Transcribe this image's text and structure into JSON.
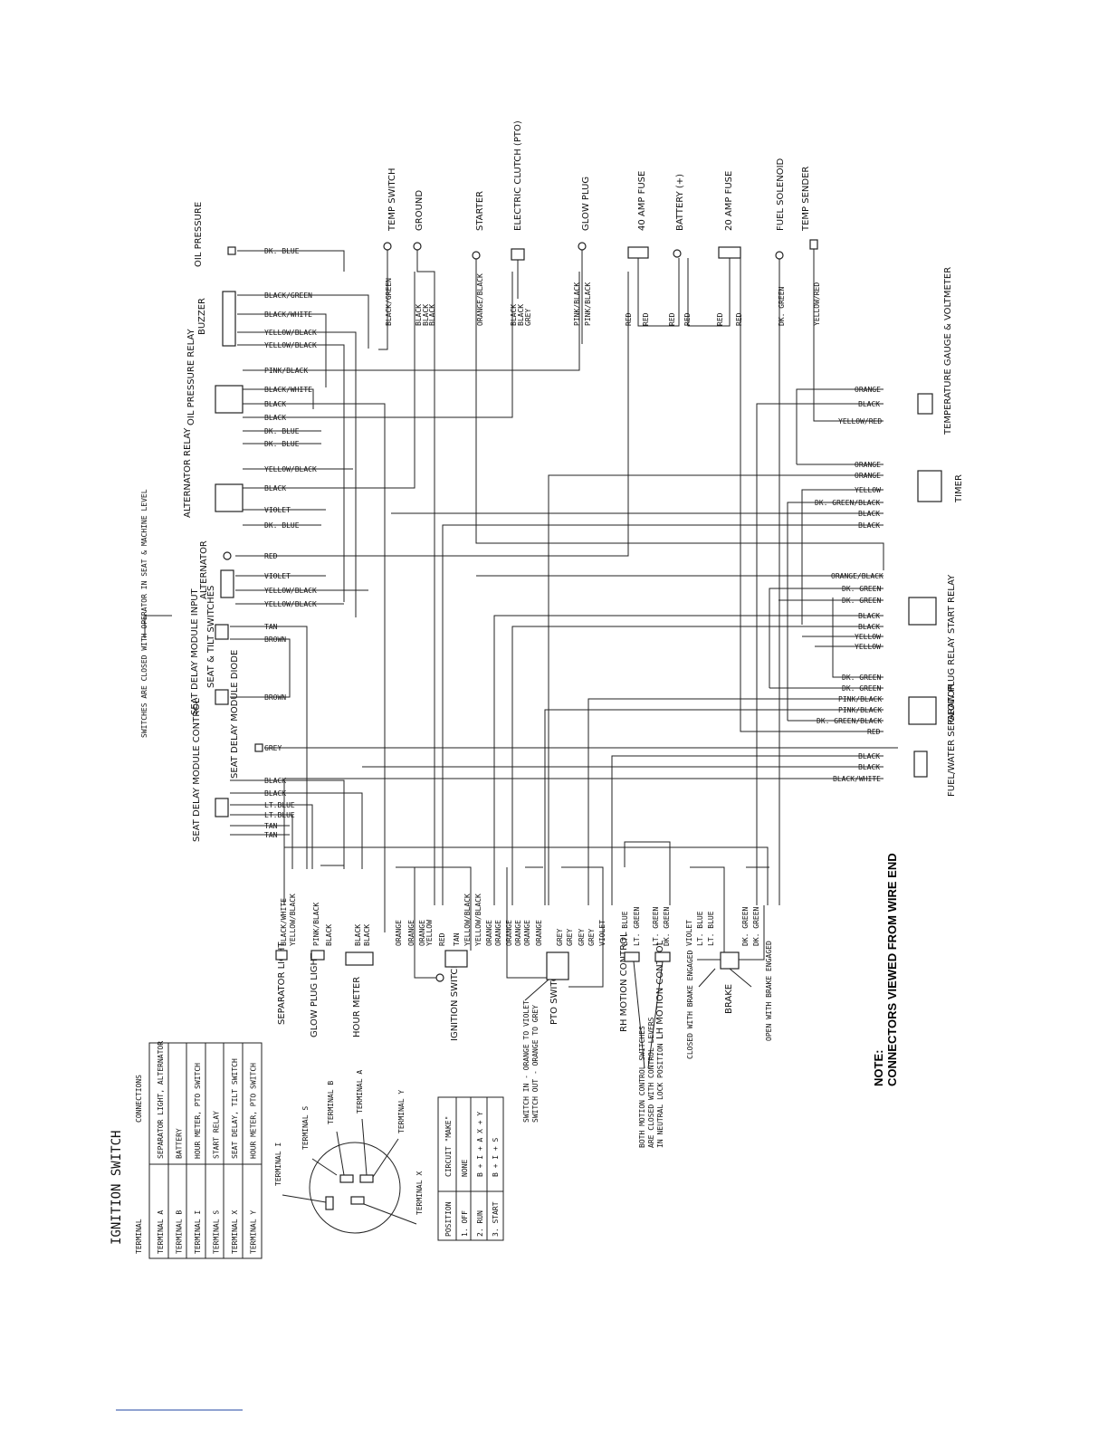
{
  "components": {
    "oil_pressure": "OIL PRESSURE",
    "buzzer": "BUZZER",
    "oil_pressure_relay": "OIL PRESSURE RELAY",
    "alternator_relay": "ALTERNATOR RELAY",
    "alternator": "ALTERNATOR",
    "seat_tilt": "SEAT & TILT SWITCHES",
    "seat_delay_input": "SEAT DELAY MODULE INPUT",
    "seat_delay_diode": "SEAT DELAY MODULE DIODE",
    "seat_delay_control": "SEAT DELAY MODULE CONTROL",
    "switch_note": "SWITCHES ARE CLOSED WITH OPERATOR IN SEAT & MACHINE LEVEL",
    "temp_switch": "TEMP SWITCH",
    "ground": "GROUND",
    "starter": "STARTER",
    "electric_clutch": "ELECTRIC CLUTCH (PTO)",
    "glow_plug": "GLOW PLUG",
    "fuse_40": "40 AMP FUSE",
    "battery": "BATTERY (+)",
    "fuse_20": "20 AMP FUSE",
    "fuel_solenoid": "FUEL SOLENOID",
    "temp_sender": "TEMP SENDER",
    "temp_gauge": "TEMPERATURE GAUGE & VOLTMETER",
    "timer": "TIMER",
    "start_relay": "START RELAY",
    "glow_plug_relay": "GLOW PLUG RELAY",
    "fuel_water": "FUEL/WATER SEPARATOR",
    "separator_light": "SEPARATOR LIGHT",
    "glow_plug_light": "GLOW PLUG LIGHT",
    "hour_meter": "HOUR METER",
    "ignition_switch": "IGNITION SWITCH",
    "pto_switch": "PTO SWITCH",
    "rh_motion": "RH MOTION CONTROL",
    "lh_motion": "LH MOTION CONTROL",
    "brake": "BRAKE",
    "closed_brake": "CLOSED WITH BRAKE ENGAGED",
    "open_brake": "OPEN WITH BRAKE ENGAGED",
    "pto_note_1": "SWITCH IN - ORANGE TO VIOLET",
    "pto_note_2": "SWITCH OUT - ORANGE TO GREY",
    "motion_note_1": "BOTH MOTION CONTROL SWITCHES",
    "motion_note_2": "ARE CLOSED WITH CONTROL LEVERS",
    "motion_note_3": "IN NEUTRAL LOCK POSITION"
  },
  "left_wires": [
    {
      "label": "DK. BLUE"
    },
    {
      "label": "BLACK/GREEN"
    },
    {
      "label": "BLACK/WHITE"
    },
    {
      "label": "YELLOW/BLACK"
    },
    {
      "label": "YELLOW/BLACK"
    },
    {
      "label": "PINK/BLACK"
    },
    {
      "label": "BLACK/WHITE"
    },
    {
      "label": "BLACK"
    },
    {
      "label": "BLACK"
    },
    {
      "label": "DK. BLUE"
    },
    {
      "label": "DK. BLUE"
    },
    {
      "label": "YELLOW/BLACK"
    },
    {
      "label": "BLACK"
    },
    {
      "label": "VIOLET"
    },
    {
      "label": "DK. BLUE"
    },
    {
      "label": "RED"
    },
    {
      "label": "VIOLET"
    },
    {
      "label": "YELLOW/BLACK"
    },
    {
      "label": "YELLOW/BLACK"
    },
    {
      "label": "TAN"
    },
    {
      "label": "BROWN"
    },
    {
      "label": "BROWN"
    },
    {
      "label": "GREY"
    },
    {
      "label": "BLACK"
    },
    {
      "label": "BLACK"
    },
    {
      "label": "LT.BLUE"
    },
    {
      "label": "LT.BLUE"
    },
    {
      "label": "TAN"
    },
    {
      "label": "TAN"
    }
  ],
  "top_wires": [
    {
      "label": "BLACK/GREEN"
    },
    {
      "label": "BLACK"
    },
    {
      "label": "BLACK"
    },
    {
      "label": "BLACK"
    },
    {
      "label": "ORANGE/BLACK"
    },
    {
      "label": "BLACK"
    },
    {
      "label": "BLACK"
    },
    {
      "label": "GREY"
    },
    {
      "label": "PINK/BLACK"
    },
    {
      "label": "PINK/BLACK"
    },
    {
      "label": "RED"
    },
    {
      "label": "RED"
    },
    {
      "label": "RED"
    },
    {
      "label": "RED"
    },
    {
      "label": "RED"
    },
    {
      "label": "RED"
    },
    {
      "label": "DK. GREEN"
    },
    {
      "label": "YELLOW/RED"
    }
  ],
  "right_wires": [
    {
      "label": "ORANGE"
    },
    {
      "label": "BLACK"
    },
    {
      "label": "YELLOW/RED"
    },
    {
      "label": "ORANGE"
    },
    {
      "label": "ORANGE"
    },
    {
      "label": "YELLOW"
    },
    {
      "label": "DK. GREEN/BLACK"
    },
    {
      "label": "BLACK"
    },
    {
      "label": "BLACK"
    },
    {
      "label": "ORANGE/BLACK"
    },
    {
      "label": "DK. GREEN"
    },
    {
      "label": "DK. GREEN"
    },
    {
      "label": "BLACK"
    },
    {
      "label": "BLACK"
    },
    {
      "label": "YELLOW"
    },
    {
      "label": "YELLOW"
    },
    {
      "label": "DK. GREEN"
    },
    {
      "label": "DK. GREEN"
    },
    {
      "label": "PINK/BLACK"
    },
    {
      "label": "PINK/BLACK"
    },
    {
      "label": "DK. GREEN/BLACK"
    },
    {
      "label": "RED"
    },
    {
      "label": "BLACK"
    },
    {
      "label": "BLACK"
    },
    {
      "label": "BLACK/WHITE"
    }
  ],
  "bottom_wires": [
    {
      "label": "BLACK/WHITE"
    },
    {
      "label": "YELLOW/BLACK"
    },
    {
      "label": "PINK/BLACK"
    },
    {
      "label": "BLACK"
    },
    {
      "label": "BLACK"
    },
    {
      "label": "BLACK"
    },
    {
      "label": "ORANGE"
    },
    {
      "label": "ORANGE"
    },
    {
      "label": "ORANGE"
    },
    {
      "label": "YELLOW"
    },
    {
      "label": "RED"
    },
    {
      "label": "TAN"
    },
    {
      "label": "YELLOW/BLACK"
    },
    {
      "label": "YELLOW/BLACK"
    },
    {
      "label": "ORANGE"
    },
    {
      "label": "ORANGE"
    },
    {
      "label": "ORANGE"
    },
    {
      "label": "ORANGE"
    },
    {
      "label": "ORANGE"
    },
    {
      "label": "ORANGE"
    },
    {
      "label": "GREY"
    },
    {
      "label": "GREY"
    },
    {
      "label": "GREY"
    },
    {
      "label": "GREY"
    },
    {
      "label": "VIOLET"
    },
    {
      "label": "LT. BLUE"
    },
    {
      "label": "LT. GREEN"
    },
    {
      "label": "LT. GREEN"
    },
    {
      "label": "DK. GREEN"
    },
    {
      "label": "VIOLET"
    },
    {
      "label": "LT. BLUE"
    },
    {
      "label": "LT. BLUE"
    },
    {
      "label": "DK. GREEN"
    },
    {
      "label": "DK. GREEN"
    }
  ],
  "ignition_table": {
    "title": "IGNITION SWITCH",
    "headers": [
      "TERMINAL",
      "CONNECTIONS"
    ],
    "rows": [
      [
        "TERMINAL  A",
        "SEPARATOR LIGHT, ALTERNATOR"
      ],
      [
        "TERMINAL  B",
        "BATTERY"
      ],
      [
        "TERMINAL  I",
        "HOUR METER, PTO SWITCH"
      ],
      [
        "TERMINAL  S",
        "START RELAY"
      ],
      [
        "TERMINAL  X",
        "SEAT DELAY, TILT SWITCH"
      ],
      [
        "TERMINAL  Y",
        "HOUR METER, PTO SWITCH"
      ]
    ]
  },
  "terminals": {
    "s": "TERMINAL S",
    "b": "TERMINAL B",
    "a": "TERMINAL A",
    "y": "TERMINAL Y",
    "i": "TERMINAL I",
    "x": "TERMINAL X"
  },
  "circuit_table": {
    "headers": [
      "POSITION",
      "CIRCUIT \"MAKE\""
    ],
    "rows": [
      [
        "1. OFF",
        "NONE"
      ],
      [
        "2. RUN",
        "B + I + A   X + Y"
      ],
      [
        "3. START",
        "B + I + S"
      ]
    ]
  },
  "note": {
    "line1": "NOTE:",
    "line2": "CONNECTORS VIEWED FROM WIRE END"
  }
}
